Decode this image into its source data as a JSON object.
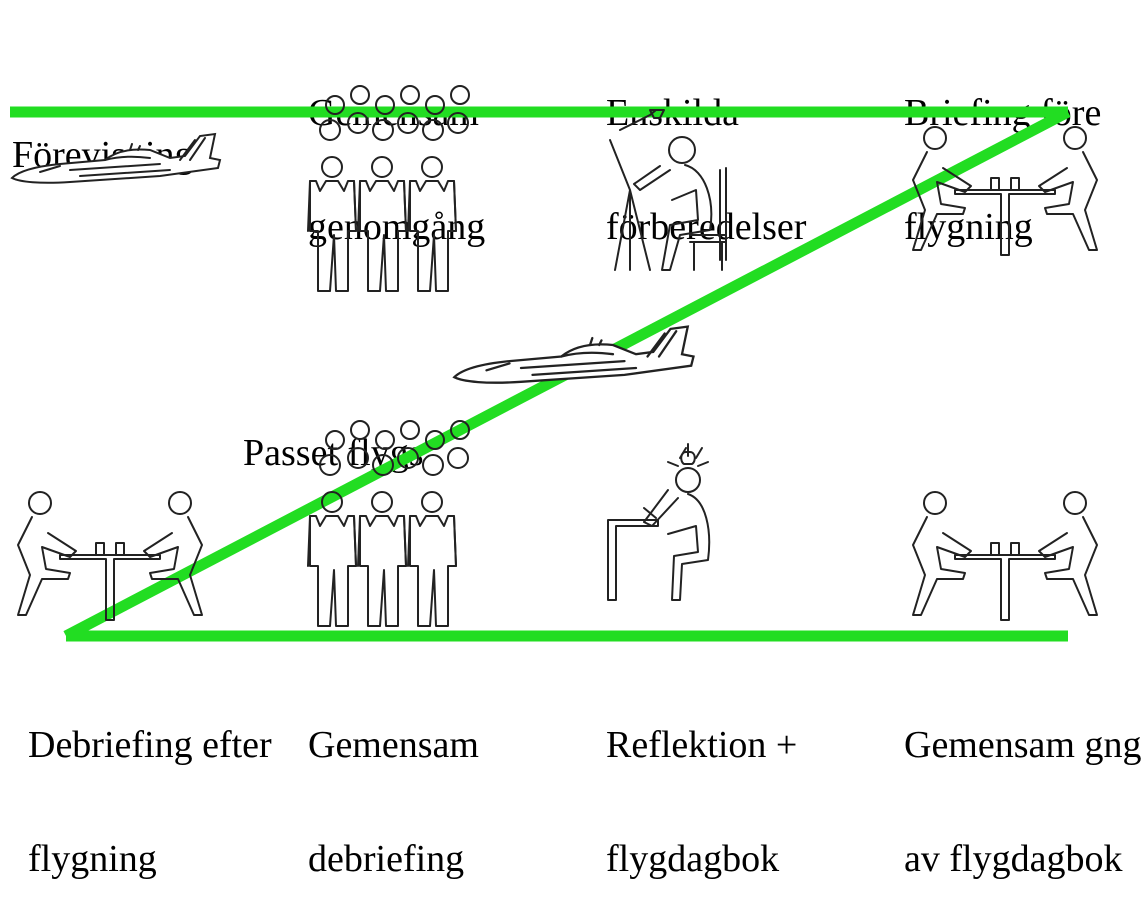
{
  "accent_color": "#22dd22",
  "stages": {
    "forevisning": {
      "lines": [
        "Förevisning"
      ]
    },
    "gemensam_genomgang": {
      "lines": [
        "Gemensam",
        "genomgång"
      ]
    },
    "enskilda_forberedelser": {
      "lines": [
        "Enskilda",
        "förberedelser"
      ]
    },
    "briefing": {
      "lines": [
        "Briefing före",
        "flygning"
      ]
    },
    "passet": {
      "lines": [
        "Passet flygs"
      ]
    },
    "debriefing_efter": {
      "lines": [
        "Debriefing efter",
        "flygning"
      ]
    },
    "gemensam_debriefing": {
      "lines": [
        "Gemensam",
        "debriefing"
      ]
    },
    "reflektion": {
      "lines": [
        "Reflektion +",
        "flygdagbok"
      ]
    },
    "gemensam_gng": {
      "lines": [
        "Gemensam gng",
        "av flygdagbok"
      ]
    }
  },
  "icons": [
    "jet-aircraft-icon",
    "group-icon",
    "person-drawing-icon",
    "two-people-table-icon",
    "person-thinking-icon"
  ]
}
